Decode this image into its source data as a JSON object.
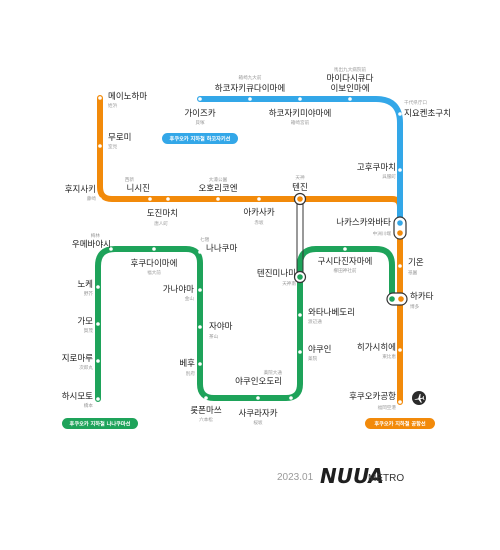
{
  "colors": {
    "orange": "#f28a0a",
    "blue": "#33a7e8",
    "green": "#1ea35a",
    "transfer_ring": "#333333"
  },
  "lines": {
    "orange": {
      "name": "후쿠오카 지하철 공항선"
    },
    "blue": {
      "name": "후쿠오카 지하철 하코자키선"
    },
    "green": {
      "name": "후쿠오카 지하철 나나쿠마선"
    }
  },
  "stations": {
    "meinohama": {
      "ko": "메이노하마",
      "jp": "姪浜"
    },
    "muromi": {
      "ko": "무로미",
      "jp": "室見"
    },
    "fujisaki": {
      "ko": "후지사키",
      "jp": "藤崎"
    },
    "nishijin": {
      "ko": "니시진",
      "jp": "西新"
    },
    "tojinmachi": {
      "ko": "도진마치",
      "jp": "唐人町"
    },
    "ohorikoen": {
      "ko": "오호리코엔",
      "jp": "大濠公園"
    },
    "akasaka": {
      "ko": "아카사카",
      "jp": "赤坂"
    },
    "tenjin": {
      "ko": "텐진",
      "jp": "天神"
    },
    "nakasu": {
      "ko": "나카스카와바타",
      "jp": "中洲川端"
    },
    "gion": {
      "ko": "기온",
      "jp": "祇園"
    },
    "hakata": {
      "ko": "하카타",
      "jp": "博多"
    },
    "higashihie": {
      "ko": "히가시히에",
      "jp": "東比恵"
    },
    "airport": {
      "ko": "후쿠오카공항",
      "jp": "福岡空港"
    },
    "kaizuka": {
      "ko": "가이즈카",
      "jp": "貝塚"
    },
    "hakozakikyudai": {
      "ko": "하코자키큐다이마에",
      "jp": "箱崎九大前"
    },
    "hakozakimiyamae": {
      "ko": "하코자키미야마에",
      "jp": "箱崎宮前"
    },
    "maidashi": {
      "ko": "마이다시큐다이보인마에",
      "jp": "馬出九大病院前"
    },
    "chiyo": {
      "ko": "지요켄초구치",
      "jp": "千代県庁口"
    },
    "gofukumachi": {
      "ko": "고후쿠마치",
      "jp": "呉服町"
    },
    "hashimoto": {
      "ko": "하시모토",
      "jp": "橋本"
    },
    "jiromaru": {
      "ko": "지로마루",
      "jp": "次郎丸"
    },
    "kamo": {
      "ko": "가모",
      "jp": "賀茂"
    },
    "noke": {
      "ko": "노케",
      "jp": "野芥"
    },
    "umebayashi": {
      "ko": "우메바야시",
      "jp": "梅林"
    },
    "fukudaimae": {
      "ko": "후쿠다이마에",
      "jp": "福大前"
    },
    "nanakuma": {
      "ko": "나나쿠마",
      "jp": "七隈"
    },
    "kanayama": {
      "ko": "가나야마",
      "jp": "金山"
    },
    "chayama": {
      "ko": "자야마",
      "jp": "茶山"
    },
    "befu": {
      "ko": "베후",
      "jp": "別府"
    },
    "ropponmatsu": {
      "ko": "롯폰마쓰",
      "jp": "六本松"
    },
    "sakurazaka": {
      "ko": "사쿠라자카",
      "jp": "桜坂"
    },
    "yakuin_odori": {
      "ko": "야쿠인오도리",
      "jp": "薬院大通"
    },
    "yakuin": {
      "ko": "야쿠인",
      "jp": "薬院"
    },
    "watanabedori": {
      "ko": "와타나베도리",
      "jp": "渡辺通"
    },
    "tenjinminami": {
      "ko": "텐진미나미",
      "jp": "天神南"
    },
    "kushida": {
      "ko": "구시다진자마에",
      "jp": "櫛田神社前"
    }
  },
  "footer": {
    "date": "2023.01",
    "logo": "NUUA",
    "metro": "METRO"
  },
  "icons": {
    "airport": "airplane-icon"
  }
}
